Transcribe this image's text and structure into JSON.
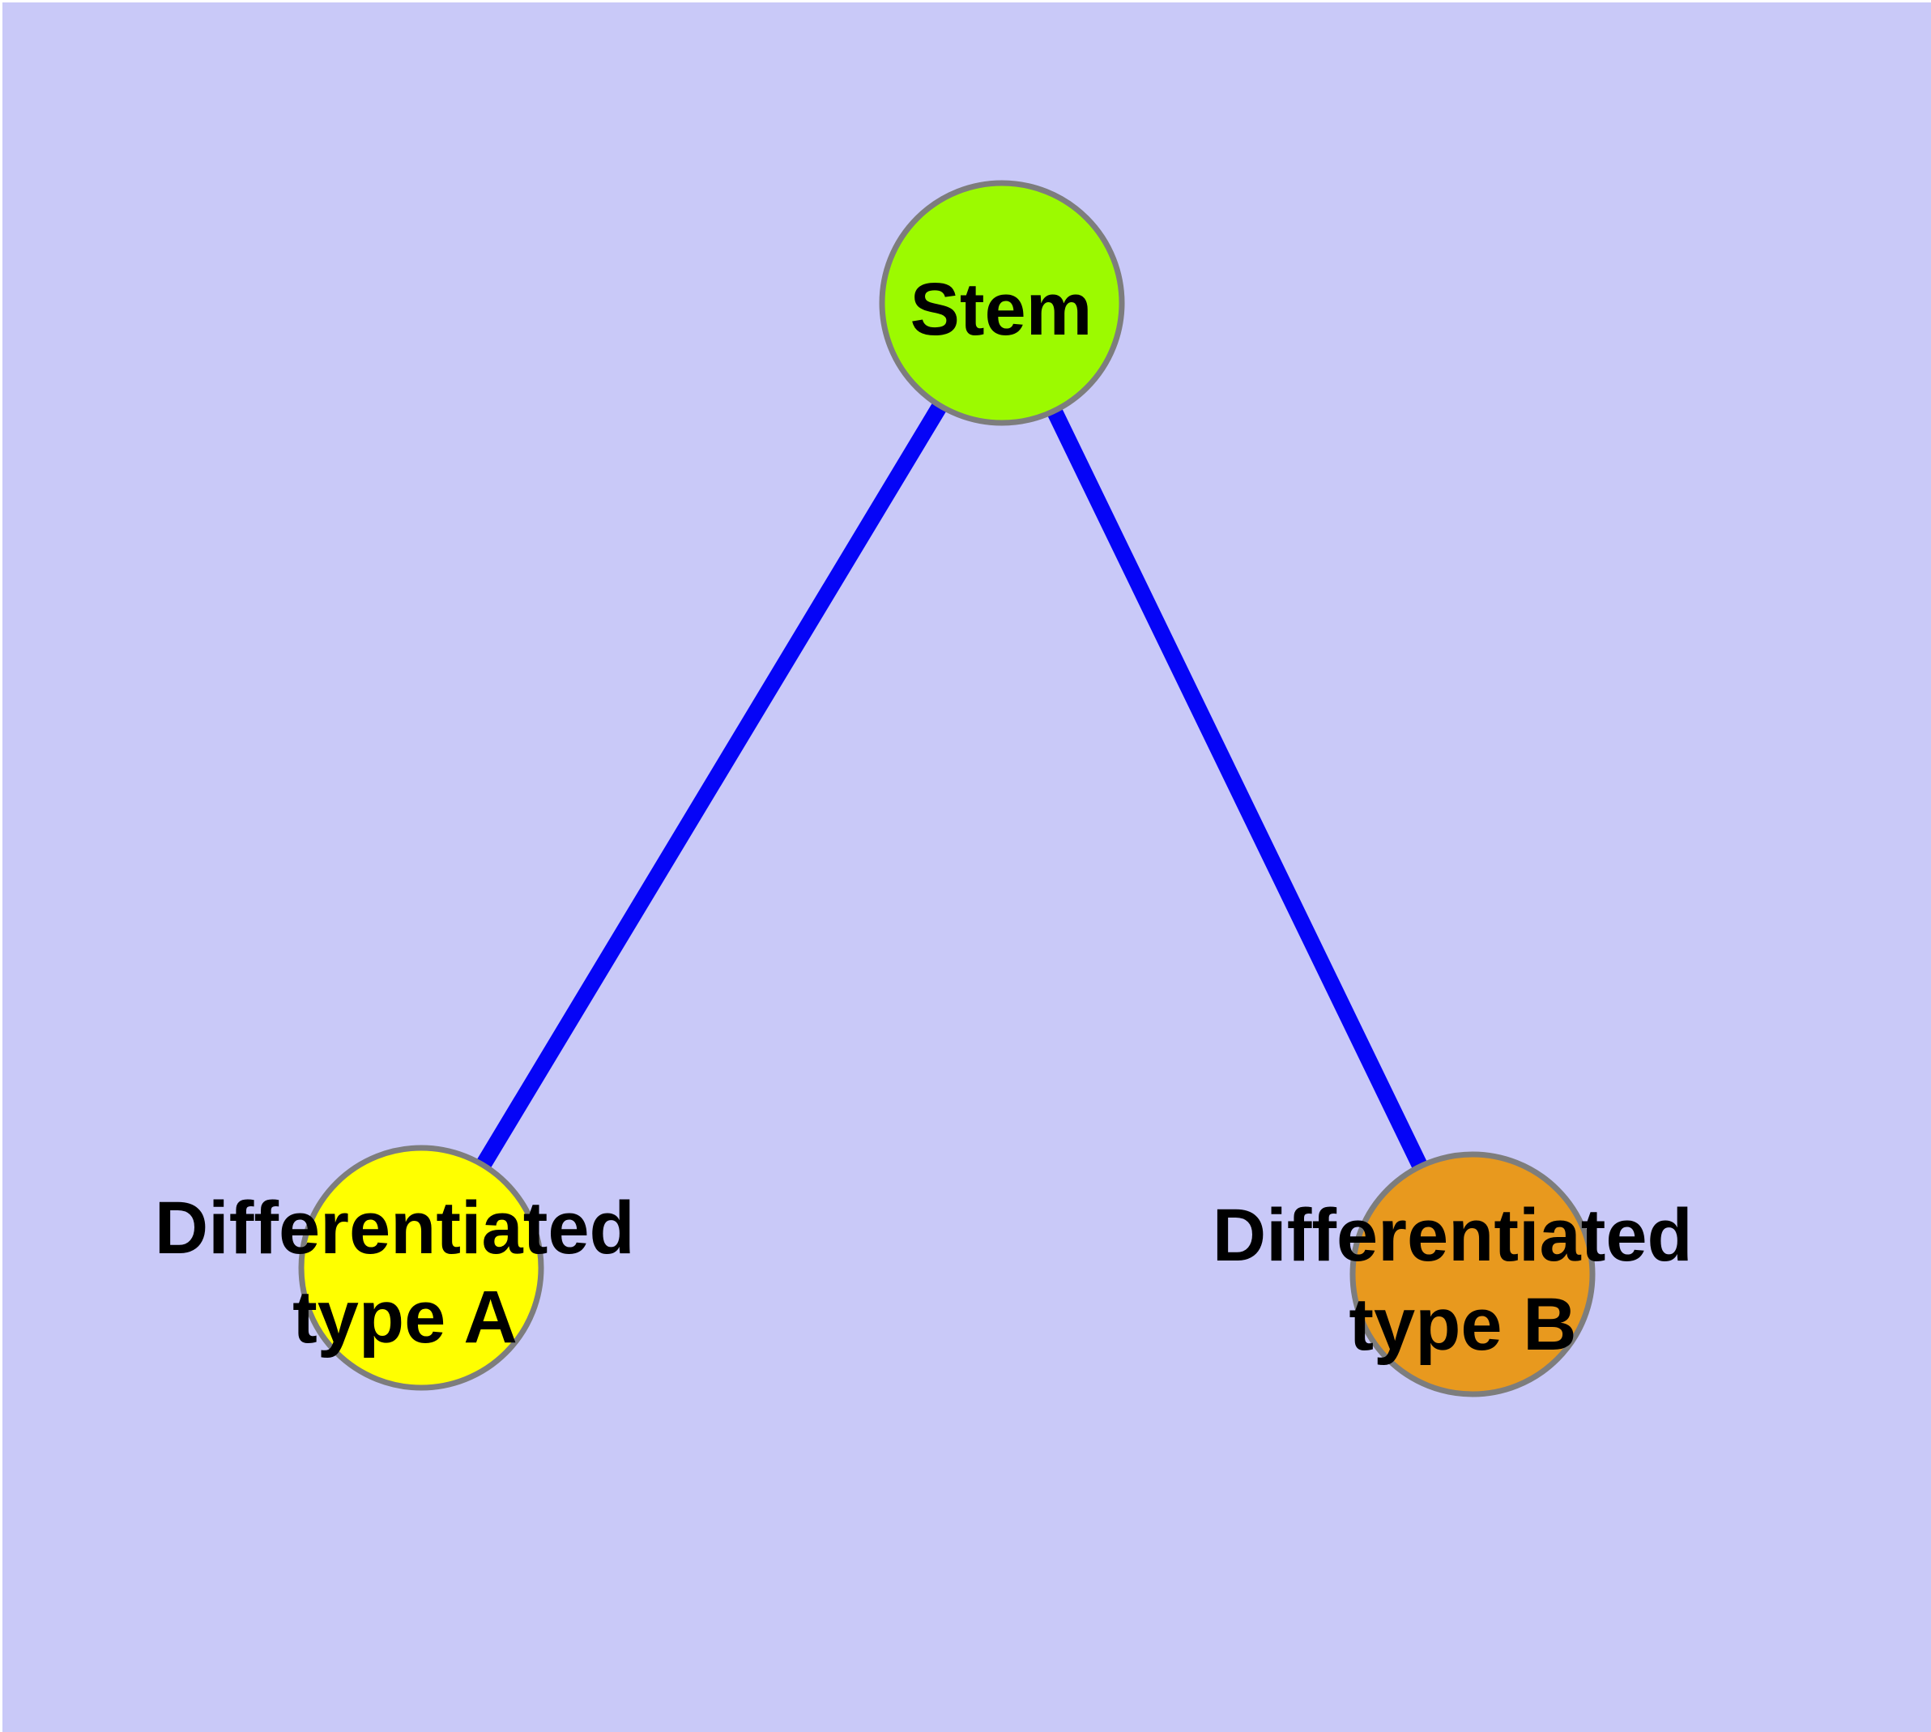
{
  "figure": {
    "kind": "node-link-diagram",
    "background": "#C9C9F8",
    "frame_color": "#FFFFFF"
  },
  "style": {
    "node_stroke_color": "#7D7D7D",
    "edge_color": "#0504F7",
    "label_color": "#000000"
  },
  "nodes": {
    "stem": {
      "label": "Stem",
      "fill": "#9CFA00"
    },
    "type_a": {
      "label_line1": "Differentiated",
      "label_line2": "type A",
      "fill": "#FFFF00"
    },
    "type_b": {
      "label_line1": "Differentiated",
      "label_line2": "type B",
      "fill": "#E8991E"
    }
  },
  "edges": [
    {
      "from": "Stem",
      "to": "Differentiated type A"
    },
    {
      "from": "Stem",
      "to": "Differentiated type B"
    }
  ]
}
